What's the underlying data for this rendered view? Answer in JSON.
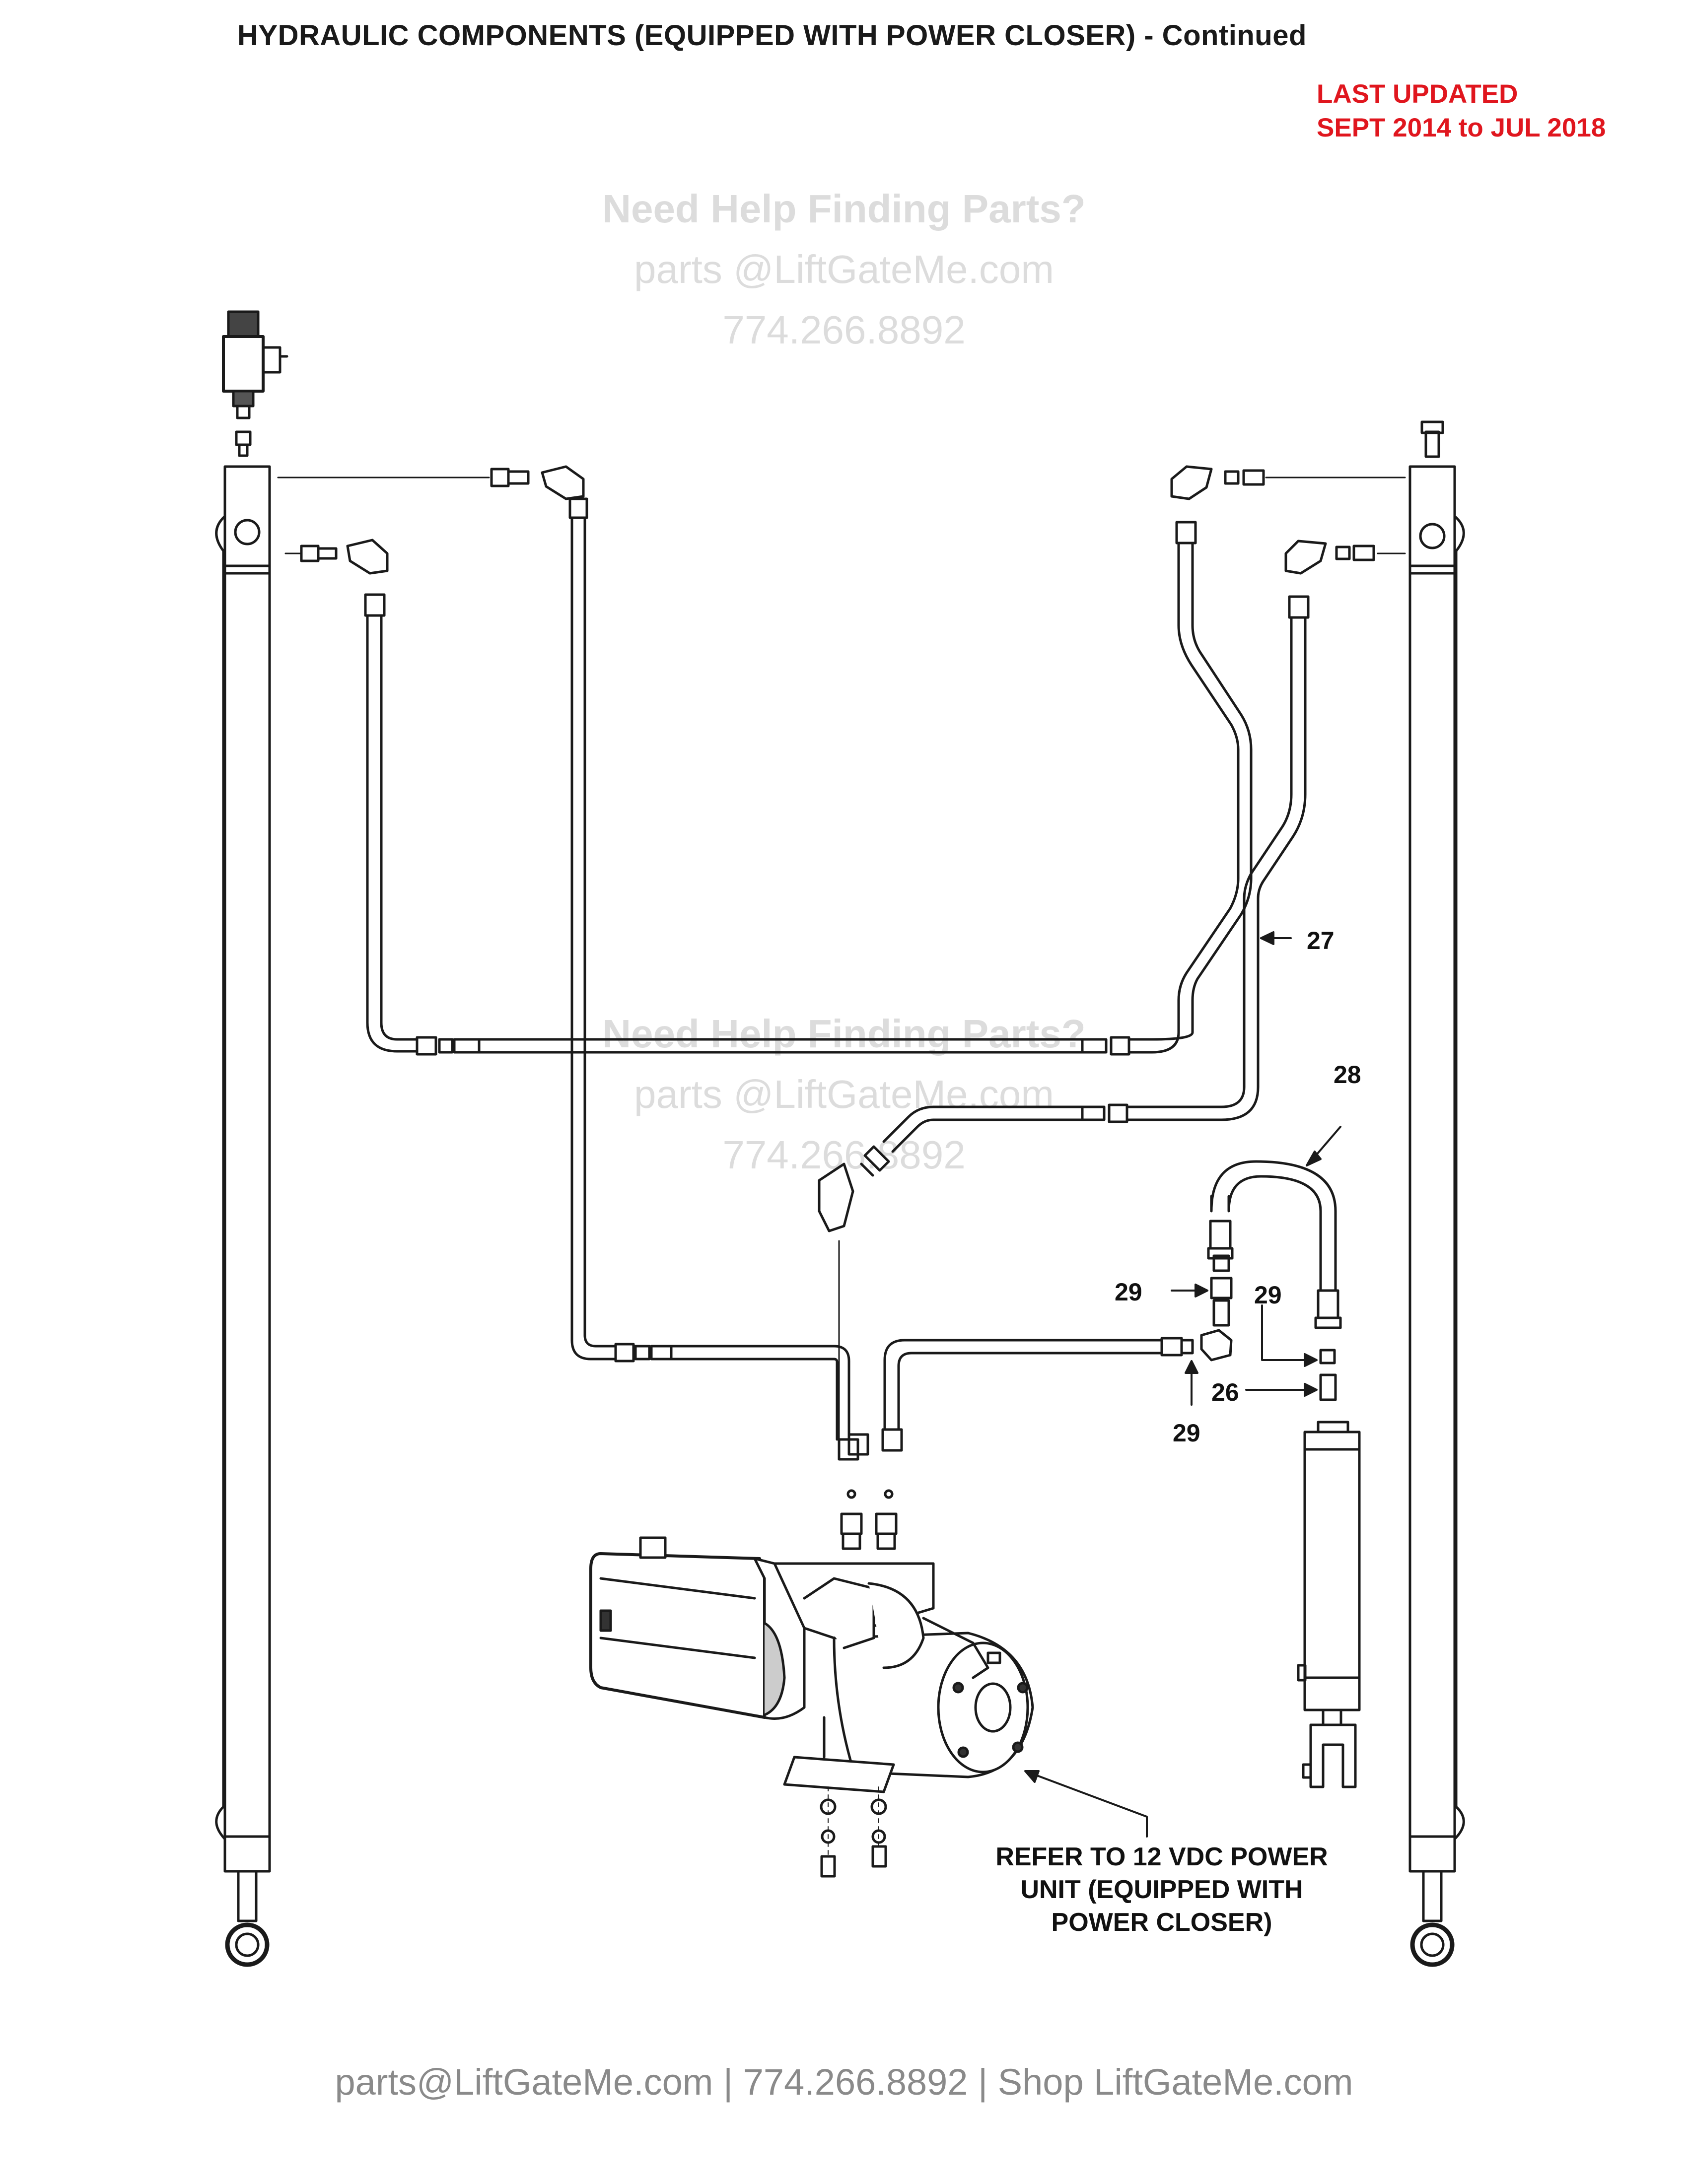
{
  "header": {
    "title": "HYDRAULIC COMPONENTS (EQUIPPED WITH POWER CLOSER) - Continued",
    "updated_line1": "LAST UPDATED",
    "updated_line2": "SEPT 2014 to JUL 2018"
  },
  "watermark": {
    "heading": "Need Help Finding Parts?",
    "email": "parts @LiftGateMe.com",
    "phone": "774.266.8892"
  },
  "callouts": {
    "c27": "27",
    "c28": "28",
    "c29_left": "29",
    "c29_right": "29",
    "c29_bottom": "29",
    "c26": "26"
  },
  "refer_note": {
    "line1": "REFER TO 12 VDC POWER",
    "line2": "UNIT (EQUIPPED WITH",
    "line3": "POWER CLOSER)"
  },
  "footer": {
    "text": "parts@LiftGateMe.com | 774.266.8892 | Shop LiftGateMe.com"
  },
  "colors": {
    "accent_red": "#e0161e",
    "line": "#1a1a1a",
    "watermark": "#dcdcdc",
    "footer": "#8a8a8a"
  }
}
